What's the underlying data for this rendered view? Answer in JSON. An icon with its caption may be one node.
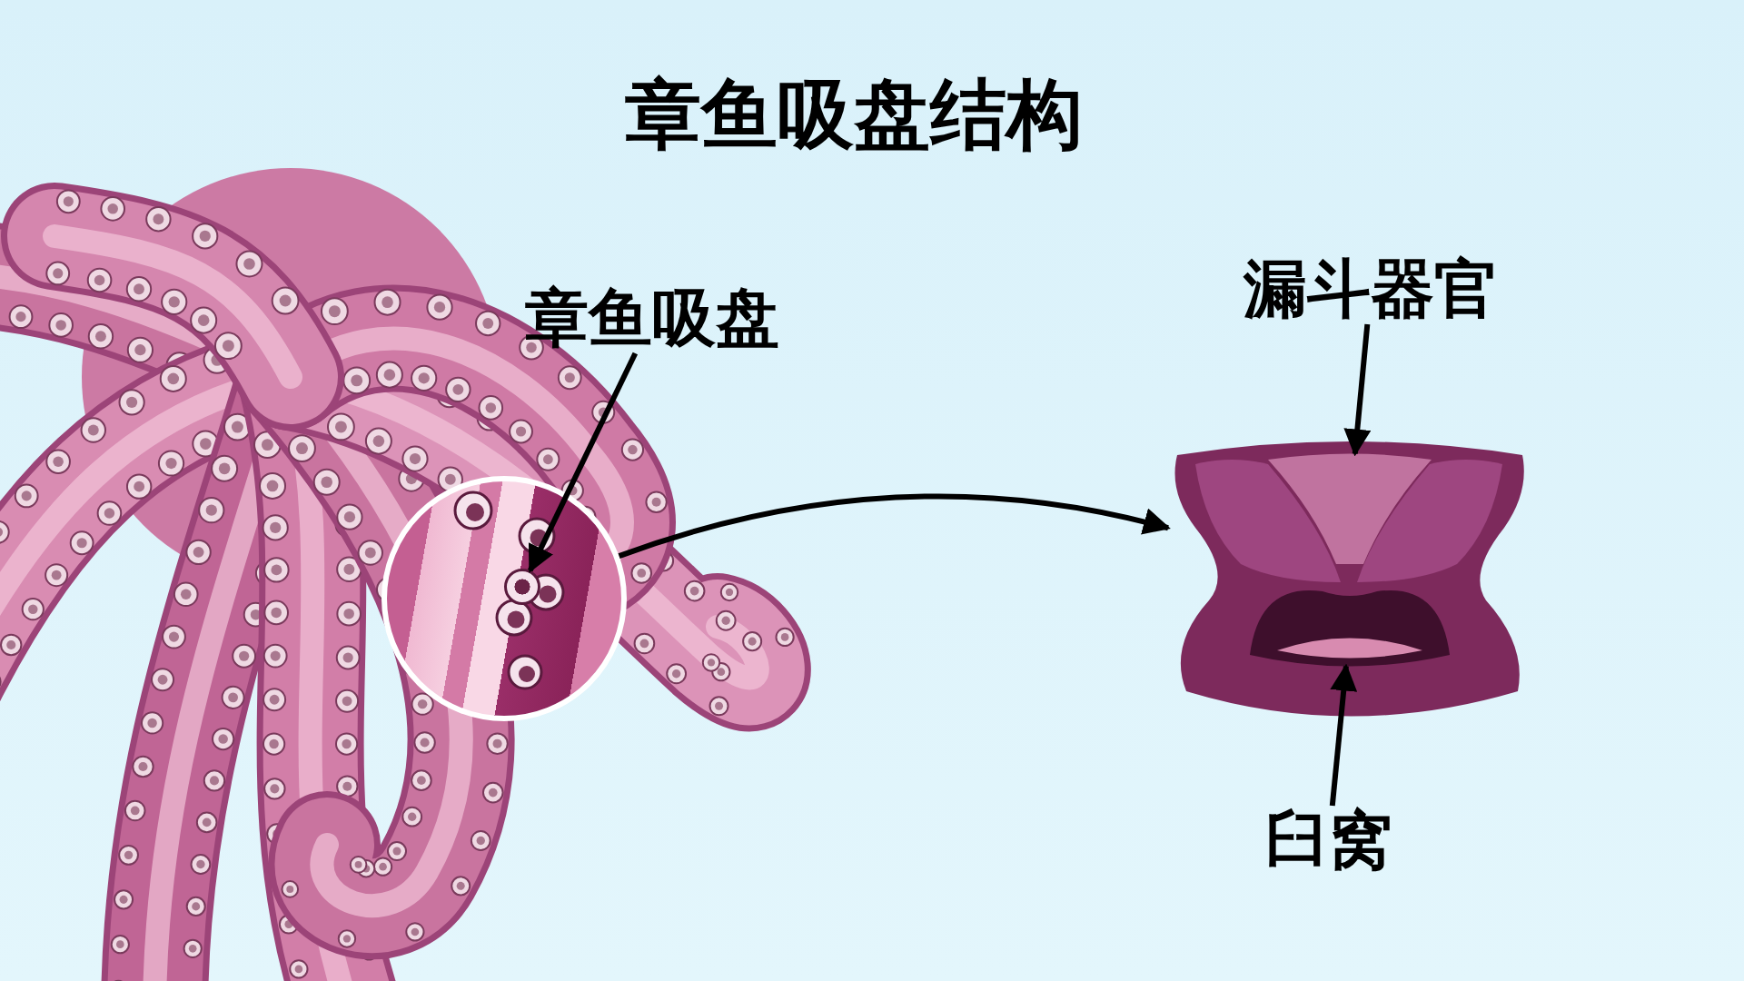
{
  "diagram": {
    "title": "章鱼吸盘结构",
    "nodes": [
      {
        "text": [
          "章鱼吸盘"
        ]
      },
      {
        "text": [],
        "shape": "circle"
      },
      {
        "text": [],
        "shape": "circle",
        "in": 1
      },
      {
        "text": [],
        "shape": "picture"
      },
      {
        "text": [],
        "shape": "picture",
        "in": 3
      },
      {
        "text": [],
        "shape": "picture",
        "in": 3
      },
      {
        "text": [
          "漏斗器官"
        ]
      },
      {
        "text": [
          "臼窝"
        ]
      }
    ],
    "edges": [
      {
        "from": 0,
        "to": 2,
        "arrow": "to"
      },
      {
        "from": 1,
        "to": 3,
        "arrow": "to"
      },
      {
        "from": 6,
        "to": 4,
        "arrow": "to"
      },
      {
        "from": 7,
        "to": 5,
        "arrow": "to"
      }
    ]
  }
}
